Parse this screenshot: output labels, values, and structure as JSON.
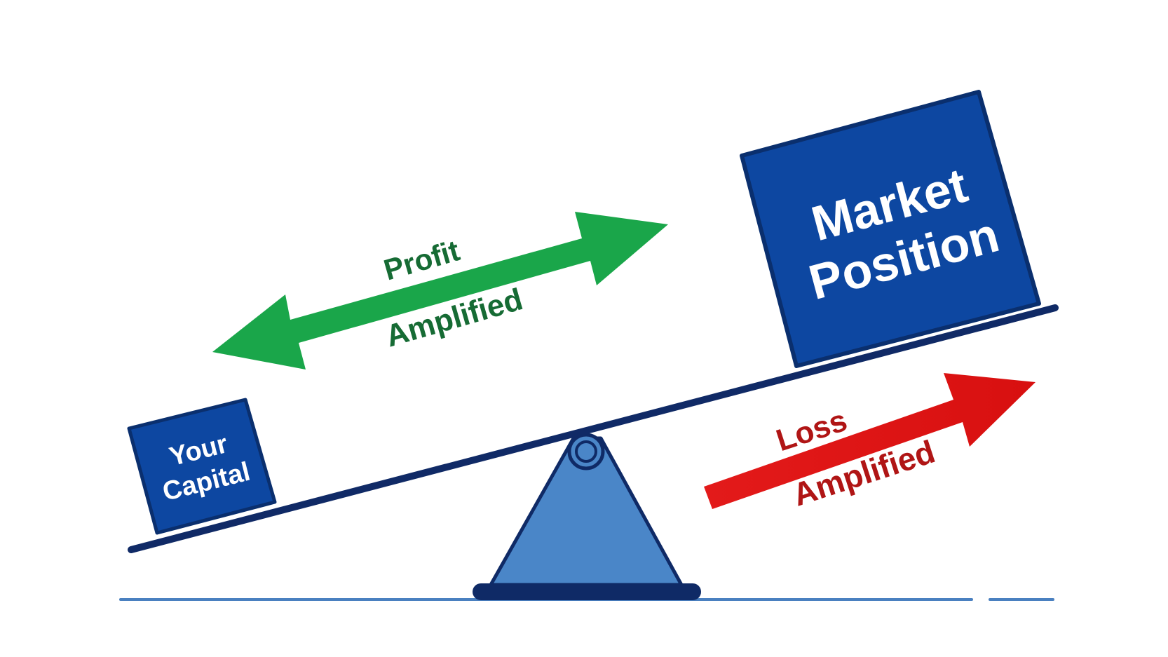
{
  "capital_box": {
    "line1": "Your",
    "line2": "Capital"
  },
  "position_box": {
    "line1": "Market",
    "line2": "Position"
  },
  "profit_arrow": {
    "line1": "Profit",
    "line2": "Amplified"
  },
  "loss_arrow": {
    "line1": "Loss",
    "line2": "Amplified"
  },
  "colors": {
    "box_fill": "#0d47a1",
    "box_stroke": "#0a2f6e",
    "beam": "#102a66",
    "fulcrum_fill": "#4a86c8",
    "fulcrum_stroke": "#0f2a66",
    "profit_arrow": "#1aa64a",
    "profit_text": "#166b34",
    "loss_arrow": "#e31a1a",
    "loss_text": "#b01515",
    "ground": "#4a80c0"
  }
}
